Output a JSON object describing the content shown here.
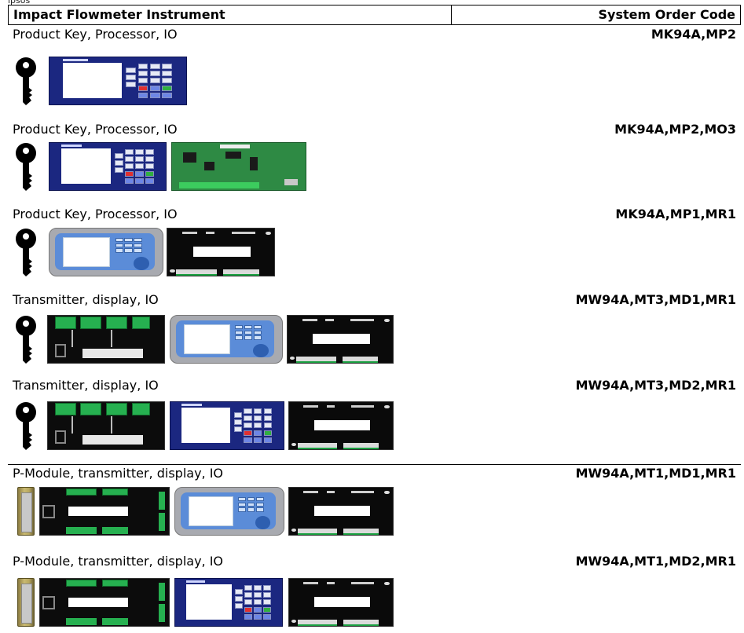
{
  "top_label": "ipsos",
  "header": {
    "col1": "Impact Flowmeter Instrument",
    "col2": "System Order Code"
  },
  "rows": [
    {
      "desc": "Product Key, Processor, IO",
      "code": "MK94A,MP2"
    },
    {
      "desc": "Product Key, Processor, IO",
      "code": "MK94A,MP2,MO3"
    },
    {
      "desc": "Product Key, Processor, IO",
      "code": "MK94A,MP1,MR1"
    },
    {
      "desc": "Transmitter, display, IO",
      "code": "MW94A,MT3,MD1,MR1"
    },
    {
      "desc": "Transmitter, display, IO",
      "code": "MW94A,MT3,MD2,MR1"
    },
    {
      "desc": "P-Module, transmitter, display, IO",
      "code": "MW94A,MT1,MD1,MR1"
    },
    {
      "desc": "P-Module, transmitter, display, IO",
      "code": "MW94A,MT1,MD2,MR1"
    }
  ],
  "icons": {
    "key": "key-icon",
    "keypad_display": "keypad-display-image",
    "oval_display": "oval-display-image",
    "io_board": "io-board-image",
    "transmitter_board": "transmitter-board-image",
    "pcb": "processor-board-image",
    "p_module": "p-module-image"
  },
  "colors": {
    "keypad_frame": "#1b2780",
    "pcb_green": "#2e8a44",
    "terminal_green": "#26b050"
  }
}
